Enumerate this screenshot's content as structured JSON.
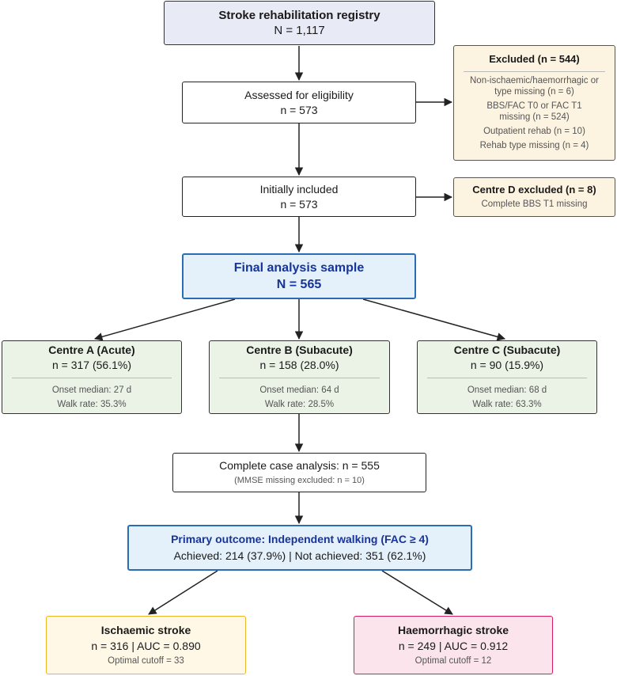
{
  "registry": {
    "title": "Stroke rehabilitation registry",
    "count": "N = 1,117"
  },
  "assessed": {
    "title": "Assessed for eligibility",
    "count": "n = 573"
  },
  "excluded": {
    "title": "Excluded (n = 544)",
    "reasons": [
      "Non-ischaemic/haemorrhagic or type missing (n = 6)",
      "BBS/FAC T0 or FAC T1 missing (n = 524)",
      "Outpatient rehab (n = 10)",
      "Rehab type missing (n = 4)"
    ]
  },
  "initially": {
    "title": "Initially included",
    "count": "n = 573"
  },
  "centre_d": {
    "title": "Centre D excluded (n = 8)",
    "note": "Complete BBS T1 missing"
  },
  "final": {
    "title": "Final analysis sample",
    "count": "N = 565"
  },
  "centres": [
    {
      "title": "Centre A (Acute)",
      "count": "n = 317 (56.1%)",
      "onset": "Onset median: 27 d",
      "walk": "Walk rate: 35.3%"
    },
    {
      "title": "Centre B (Subacute)",
      "count": "n = 158 (28.0%)",
      "onset": "Onset median: 64 d",
      "walk": "Walk rate: 28.5%"
    },
    {
      "title": "Centre C (Subacute)",
      "count": "n = 90 (15.9%)",
      "onset": "Onset median: 68 d",
      "walk": "Walk rate: 63.3%"
    }
  ],
  "complete_case": {
    "title": "Complete case analysis: n = 555",
    "note": "(MMSE missing excluded: n = 10)"
  },
  "outcome": {
    "title": "Primary outcome: Independent walking (FAC ≥ 4)",
    "detail": "Achieved: 214 (37.9%) | Not achieved: 351 (62.1%)"
  },
  "ischaemic": {
    "title": "Ischaemic stroke",
    "stats": "n = 316 | AUC = 0.890",
    "cutoff": "Optimal cutoff = 33"
  },
  "haemorrhagic": {
    "title": "Haemorrhagic stroke",
    "stats": "n = 249 | AUC = 0.912",
    "cutoff": "Optimal cutoff = 12"
  },
  "colors": {
    "registry_fill": "#e8eaf6",
    "excluded_fill": "#fdf3e1",
    "centre_fill": "#eaf3e6",
    "final_fill": "#e4f1fb",
    "final_border": "#2a6db5",
    "title_blue": "#17349a",
    "ischaemic_border": "#f0b429",
    "haemorrhagic_border": "#d81b60"
  }
}
